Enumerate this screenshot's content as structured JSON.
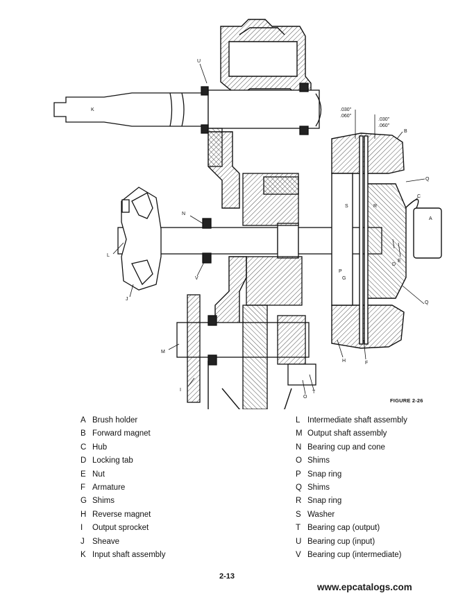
{
  "figure": {
    "caption": "FIGURE 2-26",
    "dimensions": {
      "d1a": ".030\"",
      "d1b": ".060\"",
      "d2a": ".030\"",
      "d2b": ".060\""
    },
    "callouts": [
      "K",
      "U",
      "B",
      "C",
      "Q",
      "A",
      "E",
      "D",
      "R",
      "S",
      "P",
      "G",
      "N",
      "L",
      "V",
      "J",
      "M",
      "H",
      "F",
      "I",
      "O",
      "T"
    ]
  },
  "legend": {
    "left": [
      {
        "key": "A",
        "text": "Brush holder"
      },
      {
        "key": "B",
        "text": "Forward magnet"
      },
      {
        "key": "C",
        "text": "Hub"
      },
      {
        "key": "D",
        "text": "Locking tab"
      },
      {
        "key": "E",
        "text": "Nut"
      },
      {
        "key": "F",
        "text": "Armature"
      },
      {
        "key": "G",
        "text": "Shims"
      },
      {
        "key": "H",
        "text": "Reverse magnet"
      },
      {
        "key": "I",
        "text": "Output sprocket"
      },
      {
        "key": "J",
        "text": "Sheave"
      },
      {
        "key": "K",
        "text": "Input shaft assembly"
      }
    ],
    "right": [
      {
        "key": "L",
        "text": "Intermediate shaft assembly"
      },
      {
        "key": "M",
        "text": "Output shaft assembly"
      },
      {
        "key": "N",
        "text": "Bearing cup and cone"
      },
      {
        "key": "O",
        "text": "Shims"
      },
      {
        "key": "P",
        "text": "Snap ring"
      },
      {
        "key": "Q",
        "text": "Shims"
      },
      {
        "key": "R",
        "text": "Snap ring"
      },
      {
        "key": "S",
        "text": "Washer"
      },
      {
        "key": "T",
        "text": "Bearing cap (output)"
      },
      {
        "key": "U",
        "text": "Bearing cup (input)"
      },
      {
        "key": "V",
        "text": "Bearing cup (intermediate)"
      }
    ]
  },
  "page_number": "2-13",
  "watermark": "www.epcatalogs.com"
}
